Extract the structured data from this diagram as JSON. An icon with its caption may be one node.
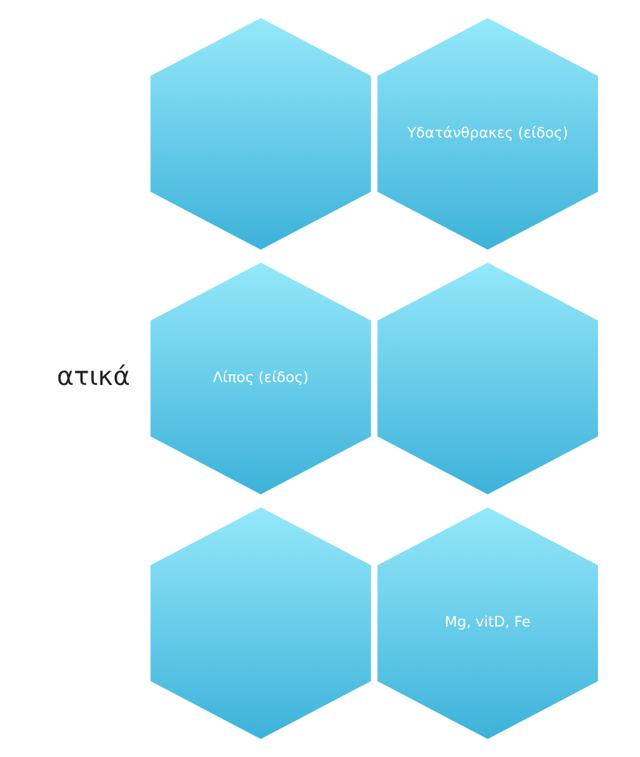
{
  "diagram": {
    "nodes": [
      {
        "text": [],
        "shape": "hexagon"
      },
      {
        "text": [
          "Υδατάνθρακες (είδος)"
        ]
      },
      {
        "text": [
          "Λίπος (είδος)"
        ]
      },
      {
        "text": [],
        "shape": "hexagon"
      },
      {
        "text": [],
        "shape": "hexagon"
      },
      {
        "text": [
          "Mg, vitD, Fe"
        ]
      }
    ],
    "edges": [],
    "labels": [
      "ατικά"
    ]
  }
}
